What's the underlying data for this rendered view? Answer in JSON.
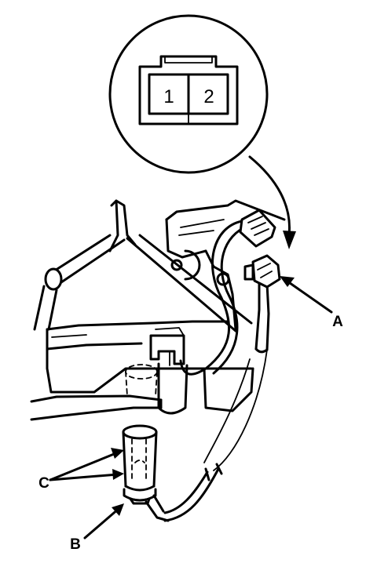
{
  "connector_pins": [
    "1",
    "2"
  ],
  "callouts": {
    "a": "A",
    "b": "B",
    "c": "C"
  },
  "colors": {
    "ink": "#000000",
    "background": "#ffffff"
  },
  "icons": [
    "connector-face-icon",
    "pointer-arrow-icon"
  ]
}
